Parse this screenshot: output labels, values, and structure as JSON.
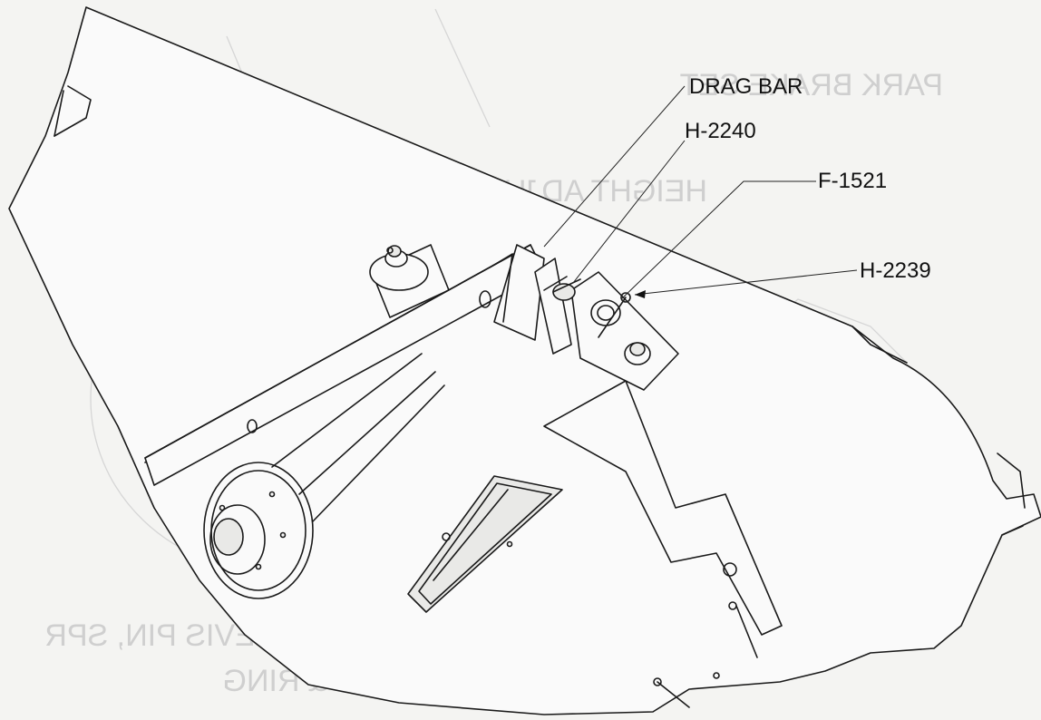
{
  "callouts": {
    "drag_bar": "DRAG BAR",
    "h2240": "H-2240",
    "f1521": "F-1521",
    "h2239": "H-2239"
  },
  "background_text": {
    "park_line": "PARK BRAKE SET",
    "height_line": "HEIGHT ADJUST PIN",
    "deck_line1": "DECK PROP, CLEVIS PIN, SPR",
    "deck_line2": "WASHER & RING"
  },
  "colors": {
    "ink": "#1a1a1a",
    "paper": "#f4f4f2",
    "ghost": "#d6d6d6"
  }
}
